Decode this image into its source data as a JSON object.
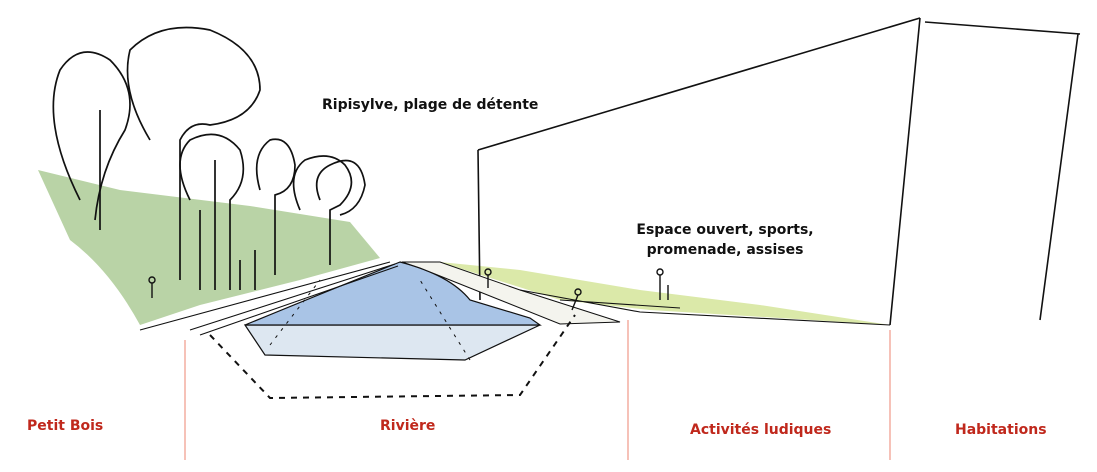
{
  "annotations": {
    "riparian": "Ripisylve, plage de détente",
    "open_space_line1": "Espace ouvert, sports,",
    "open_space_line2": "promenade, assises"
  },
  "zones": {
    "petit_bois": "Petit Bois",
    "riviere": "Rivière",
    "activites": "Activités ludiques",
    "habitations": "Habitations"
  },
  "colors": {
    "zone_label": "#c0281c",
    "divider": "#f2a79a",
    "bank_green": "#b9d3a6",
    "water": "#a9c4e6",
    "channel": "#dde7f1",
    "lawn": "#dbe9a9"
  }
}
